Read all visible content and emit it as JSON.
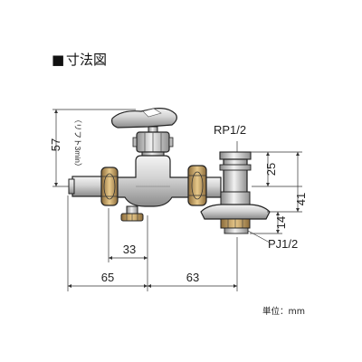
{
  "header": {
    "bullet": "■",
    "title": "寸法図"
  },
  "labels": {
    "rp": "RP1/2",
    "pj": "PJ1/2",
    "lift_note": "（リフト3min）"
  },
  "dimensions": {
    "height_total": "57",
    "upper": "25",
    "mid": "41",
    "lower": "14",
    "inner_width": "33",
    "left_width": "65",
    "right_width": "63"
  },
  "footer": {
    "unit": "単位：mm"
  }
}
